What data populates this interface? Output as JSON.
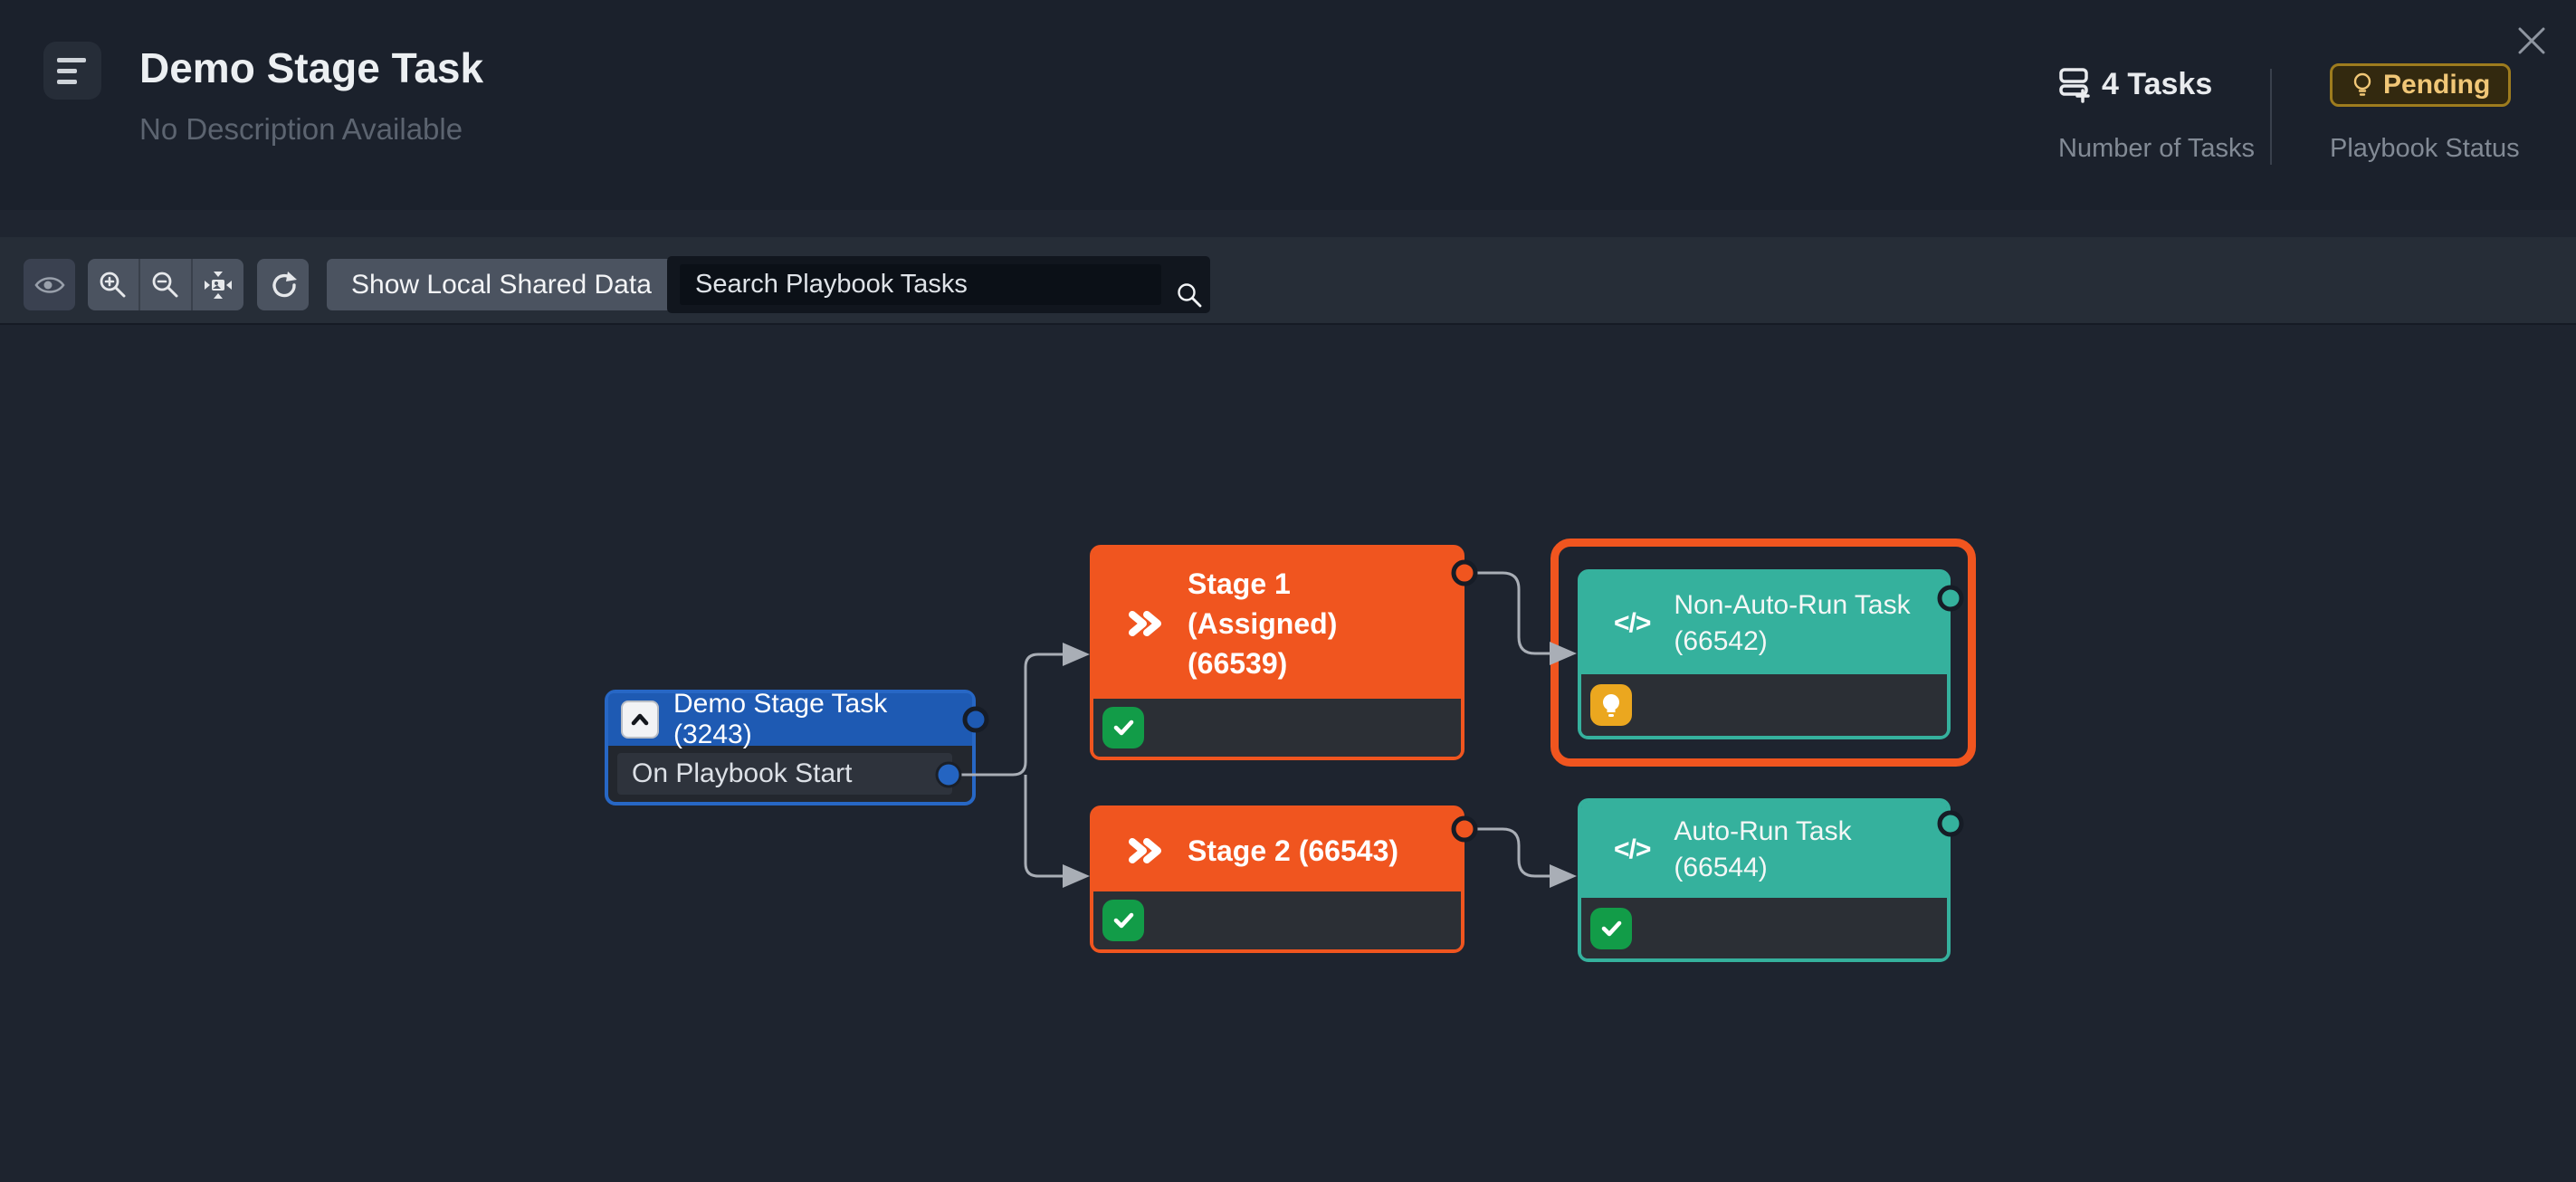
{
  "header": {
    "title": "Demo Stage Task",
    "subtitle": "No Description Available",
    "stats": {
      "tasks_value": "4 Tasks",
      "tasks_label": "Number of Tasks",
      "status_value": "Pending",
      "status_label": "Playbook Status"
    }
  },
  "toolbar": {
    "show_local_shared_data_label": "Show Local Shared Data",
    "search_placeholder": "Search Playbook Tasks"
  },
  "canvas": {
    "nodes": {
      "trigger": {
        "title": "Demo Stage Task (3243)",
        "output_label": "On Playbook Start"
      },
      "stage1": {
        "title_lines": [
          "Stage 1",
          "(Assigned)",
          "(66539)"
        ],
        "status": "success"
      },
      "stage2": {
        "title_lines": [
          "Stage 2 (66543)"
        ],
        "status": "success"
      },
      "non_auto_run": {
        "title_lines": [
          "Non-Auto-Run Task",
          "(66542)"
        ],
        "status": "pending",
        "selected": true
      },
      "auto_run": {
        "title_lines": [
          "Auto-Run Task",
          "(66544)"
        ],
        "status": "success"
      }
    }
  },
  "colors": {
    "trigger_blue": "#1E5AB3",
    "stage_orange": "#F0551F",
    "task_teal": "#35B19D",
    "success_green": "#129C48",
    "pending_amber": "#EBA71F",
    "badge_text": "#F1C777",
    "connector_gray": "#A9AEB6",
    "selection_orange": "#F0551F",
    "canvas_bg": "#1E242F"
  }
}
